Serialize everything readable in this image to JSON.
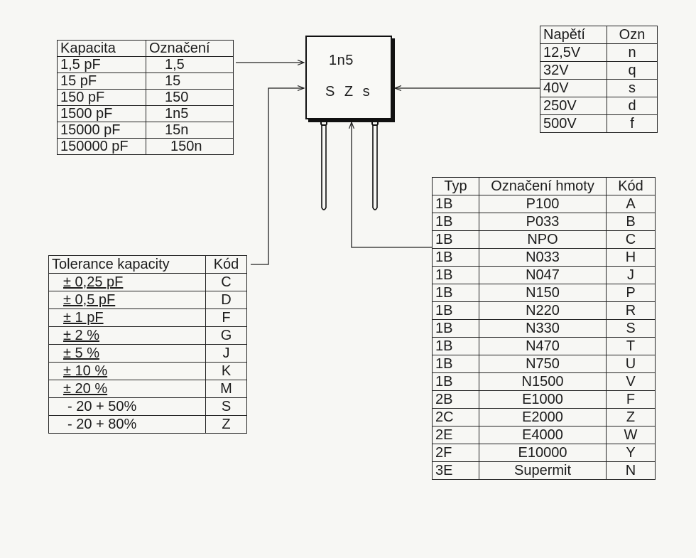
{
  "capacitor": {
    "line1": "1n5",
    "line2": "S Z s"
  },
  "capacity_table": {
    "headers": [
      "Kapacita",
      "Označení"
    ],
    "rows": [
      [
        "1,5 pF",
        "1,5"
      ],
      [
        "15 pF",
        "15"
      ],
      [
        "150 pF",
        "150"
      ],
      [
        "1500 pF",
        "1n5"
      ],
      [
        "15000 pF",
        "15n"
      ],
      [
        "150000 pF",
        "150n"
      ]
    ]
  },
  "voltage_table": {
    "headers": [
      "Napětí",
      "Ozn"
    ],
    "rows": [
      [
        "12,5V",
        "n"
      ],
      [
        "32V",
        "q"
      ],
      [
        "40V",
        "s"
      ],
      [
        "250V",
        "d"
      ],
      [
        "500V",
        "f"
      ]
    ]
  },
  "tolerance_table": {
    "headers": [
      "Tolerance kapacity",
      "Kód"
    ],
    "rows": [
      [
        "± 0,25 pF",
        "C"
      ],
      [
        "± 0,5 pF",
        "D"
      ],
      [
        "± 1 pF",
        "F"
      ],
      [
        "± 2 %",
        "G"
      ],
      [
        "± 5 %",
        "J"
      ],
      [
        "± 10 %",
        "K"
      ],
      [
        "± 20 %",
        "M"
      ],
      [
        "- 20 + 50%",
        "S"
      ],
      [
        "- 20 + 80%",
        "Z"
      ]
    ]
  },
  "material_table": {
    "headers": [
      "Typ",
      "Označení hmoty",
      "Kód"
    ],
    "rows": [
      [
        "1B",
        "P100",
        "A"
      ],
      [
        "1B",
        "P033",
        "B"
      ],
      [
        "1B",
        "NPO",
        "C"
      ],
      [
        "1B",
        "N033",
        "H"
      ],
      [
        "1B",
        "N047",
        "J"
      ],
      [
        "1B",
        "N150",
        "P"
      ],
      [
        "1B",
        "N220",
        "R"
      ],
      [
        "1B",
        "N330",
        "S"
      ],
      [
        "1B",
        "N470",
        "T"
      ],
      [
        "1B",
        "N750",
        "U"
      ],
      [
        "1B",
        "N1500",
        "V"
      ],
      [
        "2B",
        "E1000",
        "F"
      ],
      [
        "2C",
        "E2000",
        "Z"
      ],
      [
        "2E",
        "E4000",
        "W"
      ],
      [
        "2F",
        "E10000",
        "Y"
      ],
      [
        "3E",
        "Supermit",
        "N"
      ]
    ]
  }
}
